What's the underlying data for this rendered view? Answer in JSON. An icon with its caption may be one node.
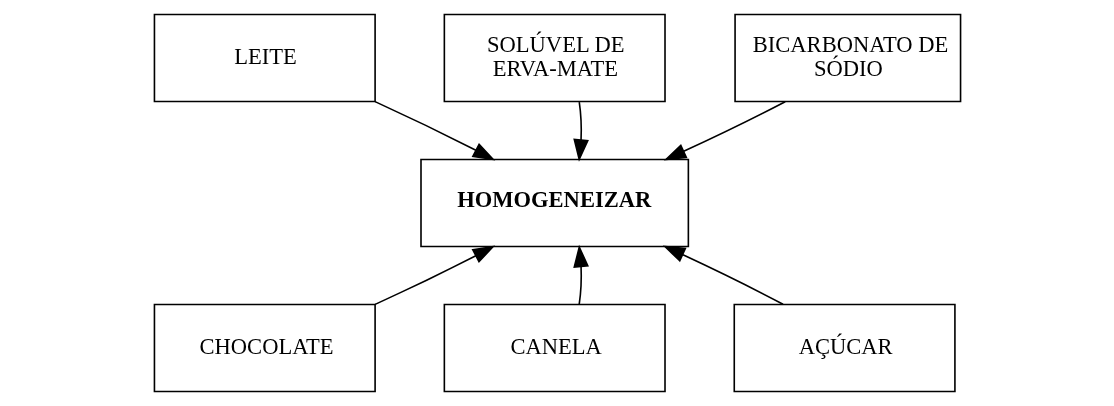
{
  "diagram": {
    "nodes": [
      {
        "text": [
          "LEITE"
        ]
      },
      {
        "text": [
          "SOLÚVEL DE ERVA-MATE"
        ]
      },
      {
        "text": [
          "BICARBONATO DE SÓDIO"
        ]
      },
      {
        "text": [
          "HOMOGENEIZAR"
        ]
      },
      {
        "text": [
          "CHOCOLATE"
        ]
      },
      {
        "text": [
          "CANELA"
        ]
      },
      {
        "text": [
          "AÇÚCAR"
        ]
      }
    ],
    "edges": [
      {
        "from": 0,
        "to": 3,
        "arrow": "to"
      },
      {
        "from": 1,
        "to": 3,
        "arrow": "to"
      },
      {
        "from": 2,
        "to": 3,
        "arrow": "to"
      },
      {
        "from": 4,
        "to": 3,
        "arrow": "to"
      },
      {
        "from": 5,
        "to": 3,
        "arrow": "to"
      },
      {
        "from": 6,
        "to": 3,
        "arrow": "to"
      }
    ]
  }
}
